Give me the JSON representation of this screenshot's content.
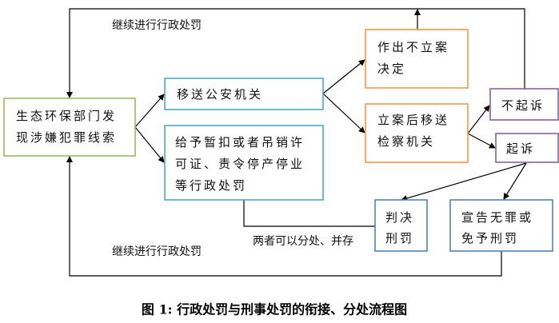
{
  "nodes": {
    "source": [
      "生态环保部门发",
      "现涉嫌犯罪线索"
    ],
    "police": [
      "移送公安机关"
    ],
    "admin_penalty": [
      "给予暂扣或者吊销许",
      "可证、责令停产停业",
      "等行政处罚"
    ],
    "no_case": [
      "作出不立案",
      "决定"
    ],
    "case_filed": [
      "立案后移送",
      "检察机关"
    ],
    "no_prosecution": [
      "不起诉"
    ],
    "prosecution": [
      "起诉"
    ],
    "sentence": [
      "判决",
      "刑罚"
    ],
    "acquittal": [
      "宣告无罪或",
      "免予刑罚"
    ]
  },
  "labels": {
    "continue_top": "继续进行行政处罚",
    "continue_bottom": "继续进行行政处罚",
    "coexist": "两者可以分处、并存"
  },
  "caption": "图 1: 行政处罚与刑事处罚的衔接、分处流程图",
  "colors": {
    "green": "#9bbb59",
    "blue": "#4bacc6",
    "orange": "#f79646",
    "purple": "#8064a2",
    "navy": "#4f81bd"
  }
}
